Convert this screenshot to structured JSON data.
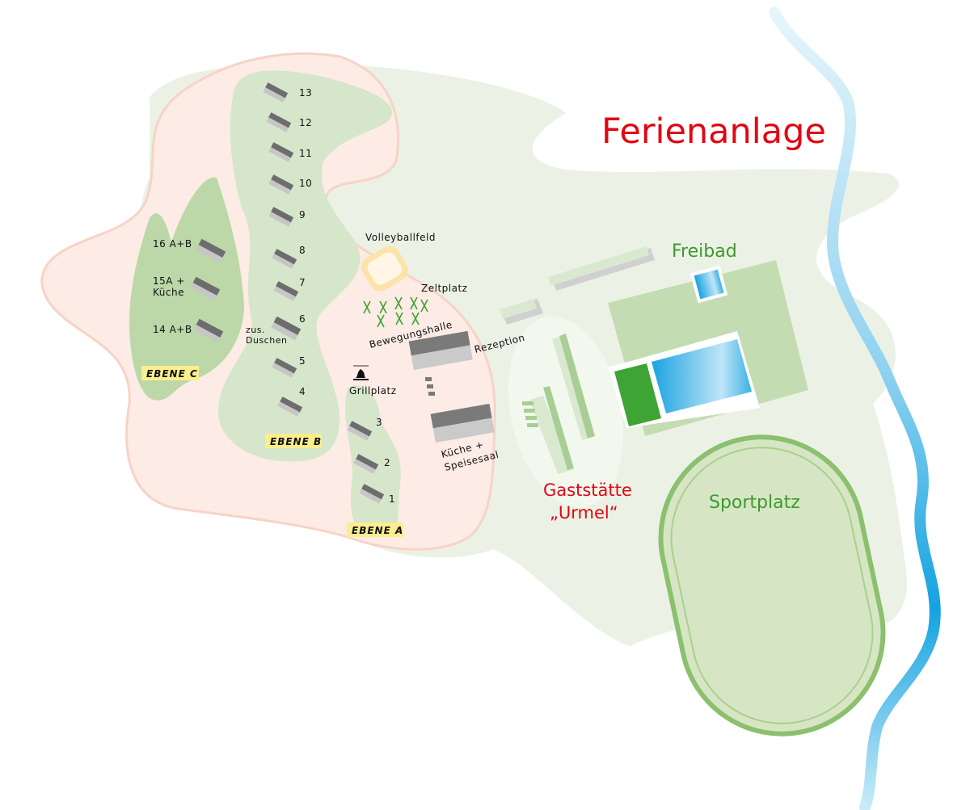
{
  "title": "Ferienanlage",
  "areas": {
    "freibad": "Freibad",
    "sportplatz": "Sportplatz",
    "gaststaette_line1": "Gaststätte",
    "gaststaette_line2": "„Urmel“",
    "volleyballfeld": "Volleyballfeld",
    "zeltplatz": "Zeltplatz",
    "bewegungshalle": "Bewegungshalle",
    "rezeption": "Rezeption",
    "kueche_line1": "Küche +",
    "kueche_line2": "Speisesaal",
    "grillplatz": "Grillplatz",
    "duschen_line1": "zus.",
    "duschen_line2": "Duschen"
  },
  "levels": {
    "a": "EBENE A",
    "b": "EBENE B",
    "c": "EBENE C"
  },
  "cabins": {
    "c1": "1",
    "c2": "2",
    "c3": "3",
    "c4": "4",
    "c5": "5",
    "c6": "6",
    "c7": "7",
    "c8": "8",
    "c9": "9",
    "c10": "10",
    "c11": "11",
    "c12": "12",
    "c13": "13",
    "c14": "14 A+B",
    "c15_line1": "15A +",
    "c15_line2": "Küche",
    "c16": "16 A+B"
  },
  "icons": {
    "grill": "campfire-icon",
    "tent": "tent-icon"
  },
  "colors": {
    "title_red": "#e30613",
    "label_green": "#3d9a2d",
    "level_yellow": "#fbee8e",
    "river_blue": "#1aa3e0"
  }
}
